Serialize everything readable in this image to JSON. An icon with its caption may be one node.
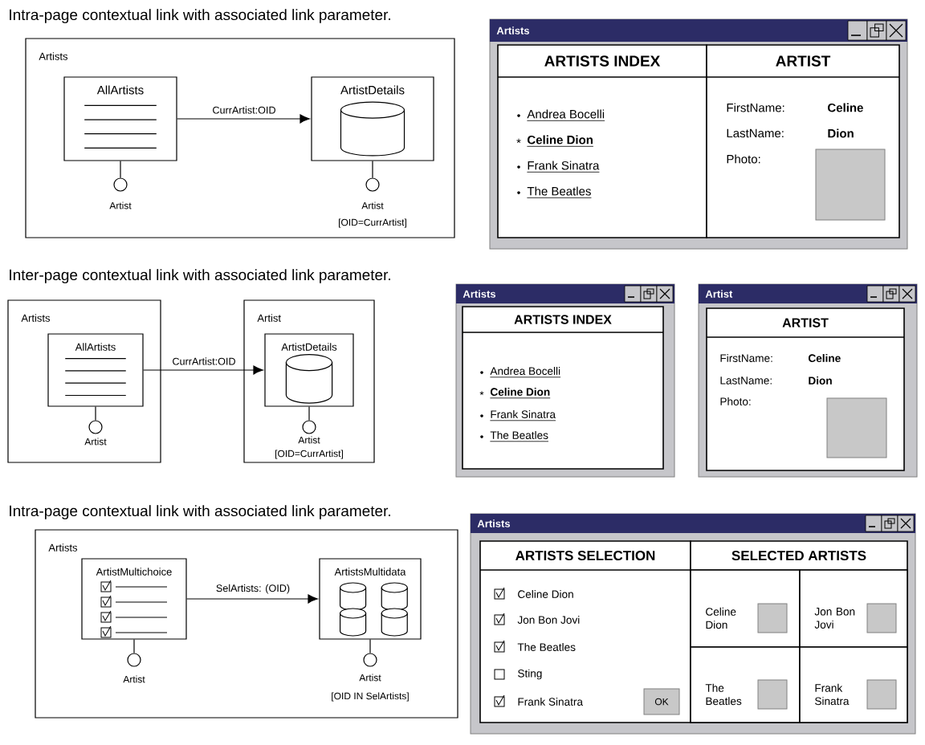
{
  "diagram": {
    "nodes": [
      {
        "text": [
          "Artists"
        ]
      },
      {
        "text": [
          "AllArtists"
        ],
        "in": 0
      },
      {
        "text": [
          "ArtistDetails"
        ],
        "in": 0
      },
      {
        "text": [
          "Artist"
        ],
        "in": 0
      },
      {
        "text": [
          "Artist",
          "[OID=CurrArtist]"
        ],
        "in": 0
      },
      {
        "text": [
          "Artists"
        ]
      },
      {
        "text": [
          "ARTISTS INDEX",
          "Andrea Bocelli",
          "*",
          "Celine Dion",
          "Frank Sinatra",
          "The Beatles"
        ],
        "in": 5
      },
      {
        "text": [
          "ARTIST",
          "FirstName:",
          "Celine",
          "LastName:",
          "Dion",
          "Photo:"
        ],
        "in": 5
      },
      {
        "text": [
          "Artists"
        ]
      },
      {
        "text": [
          "AllArtists"
        ],
        "in": 8
      },
      {
        "text": [
          "Artist"
        ],
        "in": 8
      },
      {
        "text": [
          "Artist"
        ]
      },
      {
        "text": [
          "ArtistDetails"
        ],
        "in": 11
      },
      {
        "text": [
          "Artist",
          "[OID=CurrArtist]"
        ],
        "in": 11
      },
      {
        "text": [
          "Artists"
        ]
      },
      {
        "text": [
          "ARTISTS INDEX",
          "Andrea Bocelli",
          "*",
          "Celine Dion",
          "Frank Sinatra",
          "The Beatles"
        ],
        "in": 14
      },
      {
        "text": [
          "Artist"
        ]
      },
      {
        "text": [
          "ARTIST",
          "FirstName:",
          "Celine",
          "LastName:",
          "Dion",
          "Photo:"
        ],
        "in": 16
      },
      {
        "text": [
          "Artists"
        ]
      },
      {
        "text": [
          "ArtistMultichoice"
        ],
        "in": 18
      },
      {
        "text": [
          "Artist"
        ],
        "in": 18
      },
      {
        "text": [
          "ArtistsMultidata"
        ],
        "in": 18
      },
      {
        "text": [
          "Artist",
          "[OID IN SelArtists]"
        ],
        "in": 18
      },
      {
        "text": [
          "Artists"
        ]
      },
      {
        "text": [
          "ARTISTS SELECTION",
          "Celine Dion",
          "Jon Bon Jovi",
          "The Beatles",
          "Sting",
          "Frank Sinatra"
        ],
        "in": 23
      },
      {
        "text": [
          "OK"
        ],
        "in": 24
      },
      {
        "text": [
          "SELECTED ARTISTS"
        ],
        "in": 23
      },
      {
        "text": [
          "Celine Dion"
        ],
        "in": 26
      },
      {
        "text": [
          "Jon Bon Jovi"
        ],
        "in": 26
      },
      {
        "text": [
          "The Beatles"
        ],
        "in": 26
      },
      {
        "text": [
          "Frank Sinatra"
        ],
        "in": 26
      }
    ],
    "edges": [
      {
        "from": 1,
        "to": 2,
        "arrow": "to",
        "label": "CurrArtist:OID"
      },
      {
        "from": 1,
        "to": 3,
        "arrow": "none"
      },
      {
        "from": 2,
        "to": 4,
        "arrow": "none"
      },
      {
        "from": 9,
        "to": 12,
        "arrow": "to",
        "label": "CurrArtist:OID"
      },
      {
        "from": 9,
        "to": 10,
        "arrow": "none"
      },
      {
        "from": 12,
        "to": 13,
        "arrow": "none"
      },
      {
        "from": 19,
        "to": 21,
        "arrow": "to",
        "label": "SelArtists: (OID)"
      },
      {
        "from": 19,
        "to": 20,
        "arrow": "none"
      },
      {
        "from": 21,
        "to": 22,
        "arrow": "none"
      }
    ],
    "labels": [
      "Intra-page contextual link with associated link parameter.",
      "Inter-page contextual link with associated link parameter.",
      "Intra-page contextual link with associated link parameter."
    ]
  }
}
